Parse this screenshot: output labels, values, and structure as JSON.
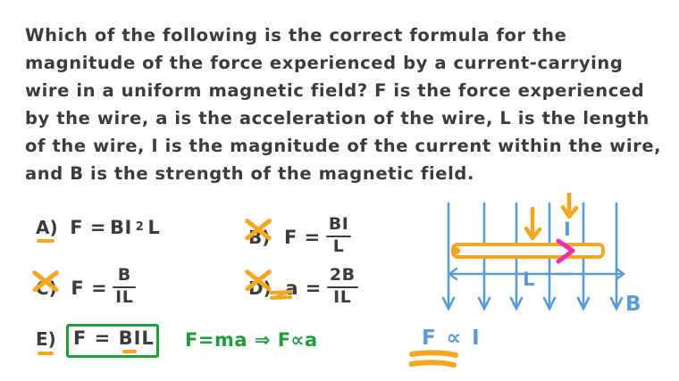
{
  "question": {
    "text": "Which of the following is the correct formula for the magnitude of the force experienced by a current-carrying wire in a uniform magnetic field? F is the force experienced by the wire, a is the acceleration of the wire, L is the length of the wire, I is the magnitude of the current within the wire, and B is the strength of the magnetic field."
  },
  "options": [
    {
      "id": "A",
      "letter": "A)",
      "lhs": "F =",
      "expr": "B I² L",
      "base": "BI",
      "exponent": "2",
      "tail": "L",
      "struck": false,
      "letter_underlined": true
    },
    {
      "id": "B",
      "letter": "B)",
      "lhs": "F =",
      "numerator": "BI",
      "denominator": "L",
      "struck": true,
      "letter_underlined": false
    },
    {
      "id": "C",
      "letter": "C)",
      "lhs": "F =",
      "numerator": "B",
      "denominator": "IL",
      "struck": true,
      "letter_underlined": false
    },
    {
      "id": "D",
      "letter": "D)",
      "lhs": "a =",
      "numerator": "2B",
      "denominator": "IL",
      "struck": true,
      "letter_underlined": false,
      "variable_underlined": "a"
    },
    {
      "id": "E",
      "letter": "E)",
      "answer": "F = BIL",
      "struck": false,
      "letter_underlined": true,
      "boxed": true
    }
  ],
  "annotations": {
    "green_note": "F=ma ⇒ F∝a",
    "blue_note": "F ∝ I"
  },
  "diagram": {
    "field_label": "B",
    "current_label": "I",
    "length_label": "L",
    "field_line_count": 6
  },
  "colors": {
    "ink": "#3c3c3c",
    "orange": "#f5a623",
    "green": "#1f9d3f",
    "blue": "#5b9bd5",
    "magenta": "#ef2fb0",
    "background": "#ffffff"
  }
}
